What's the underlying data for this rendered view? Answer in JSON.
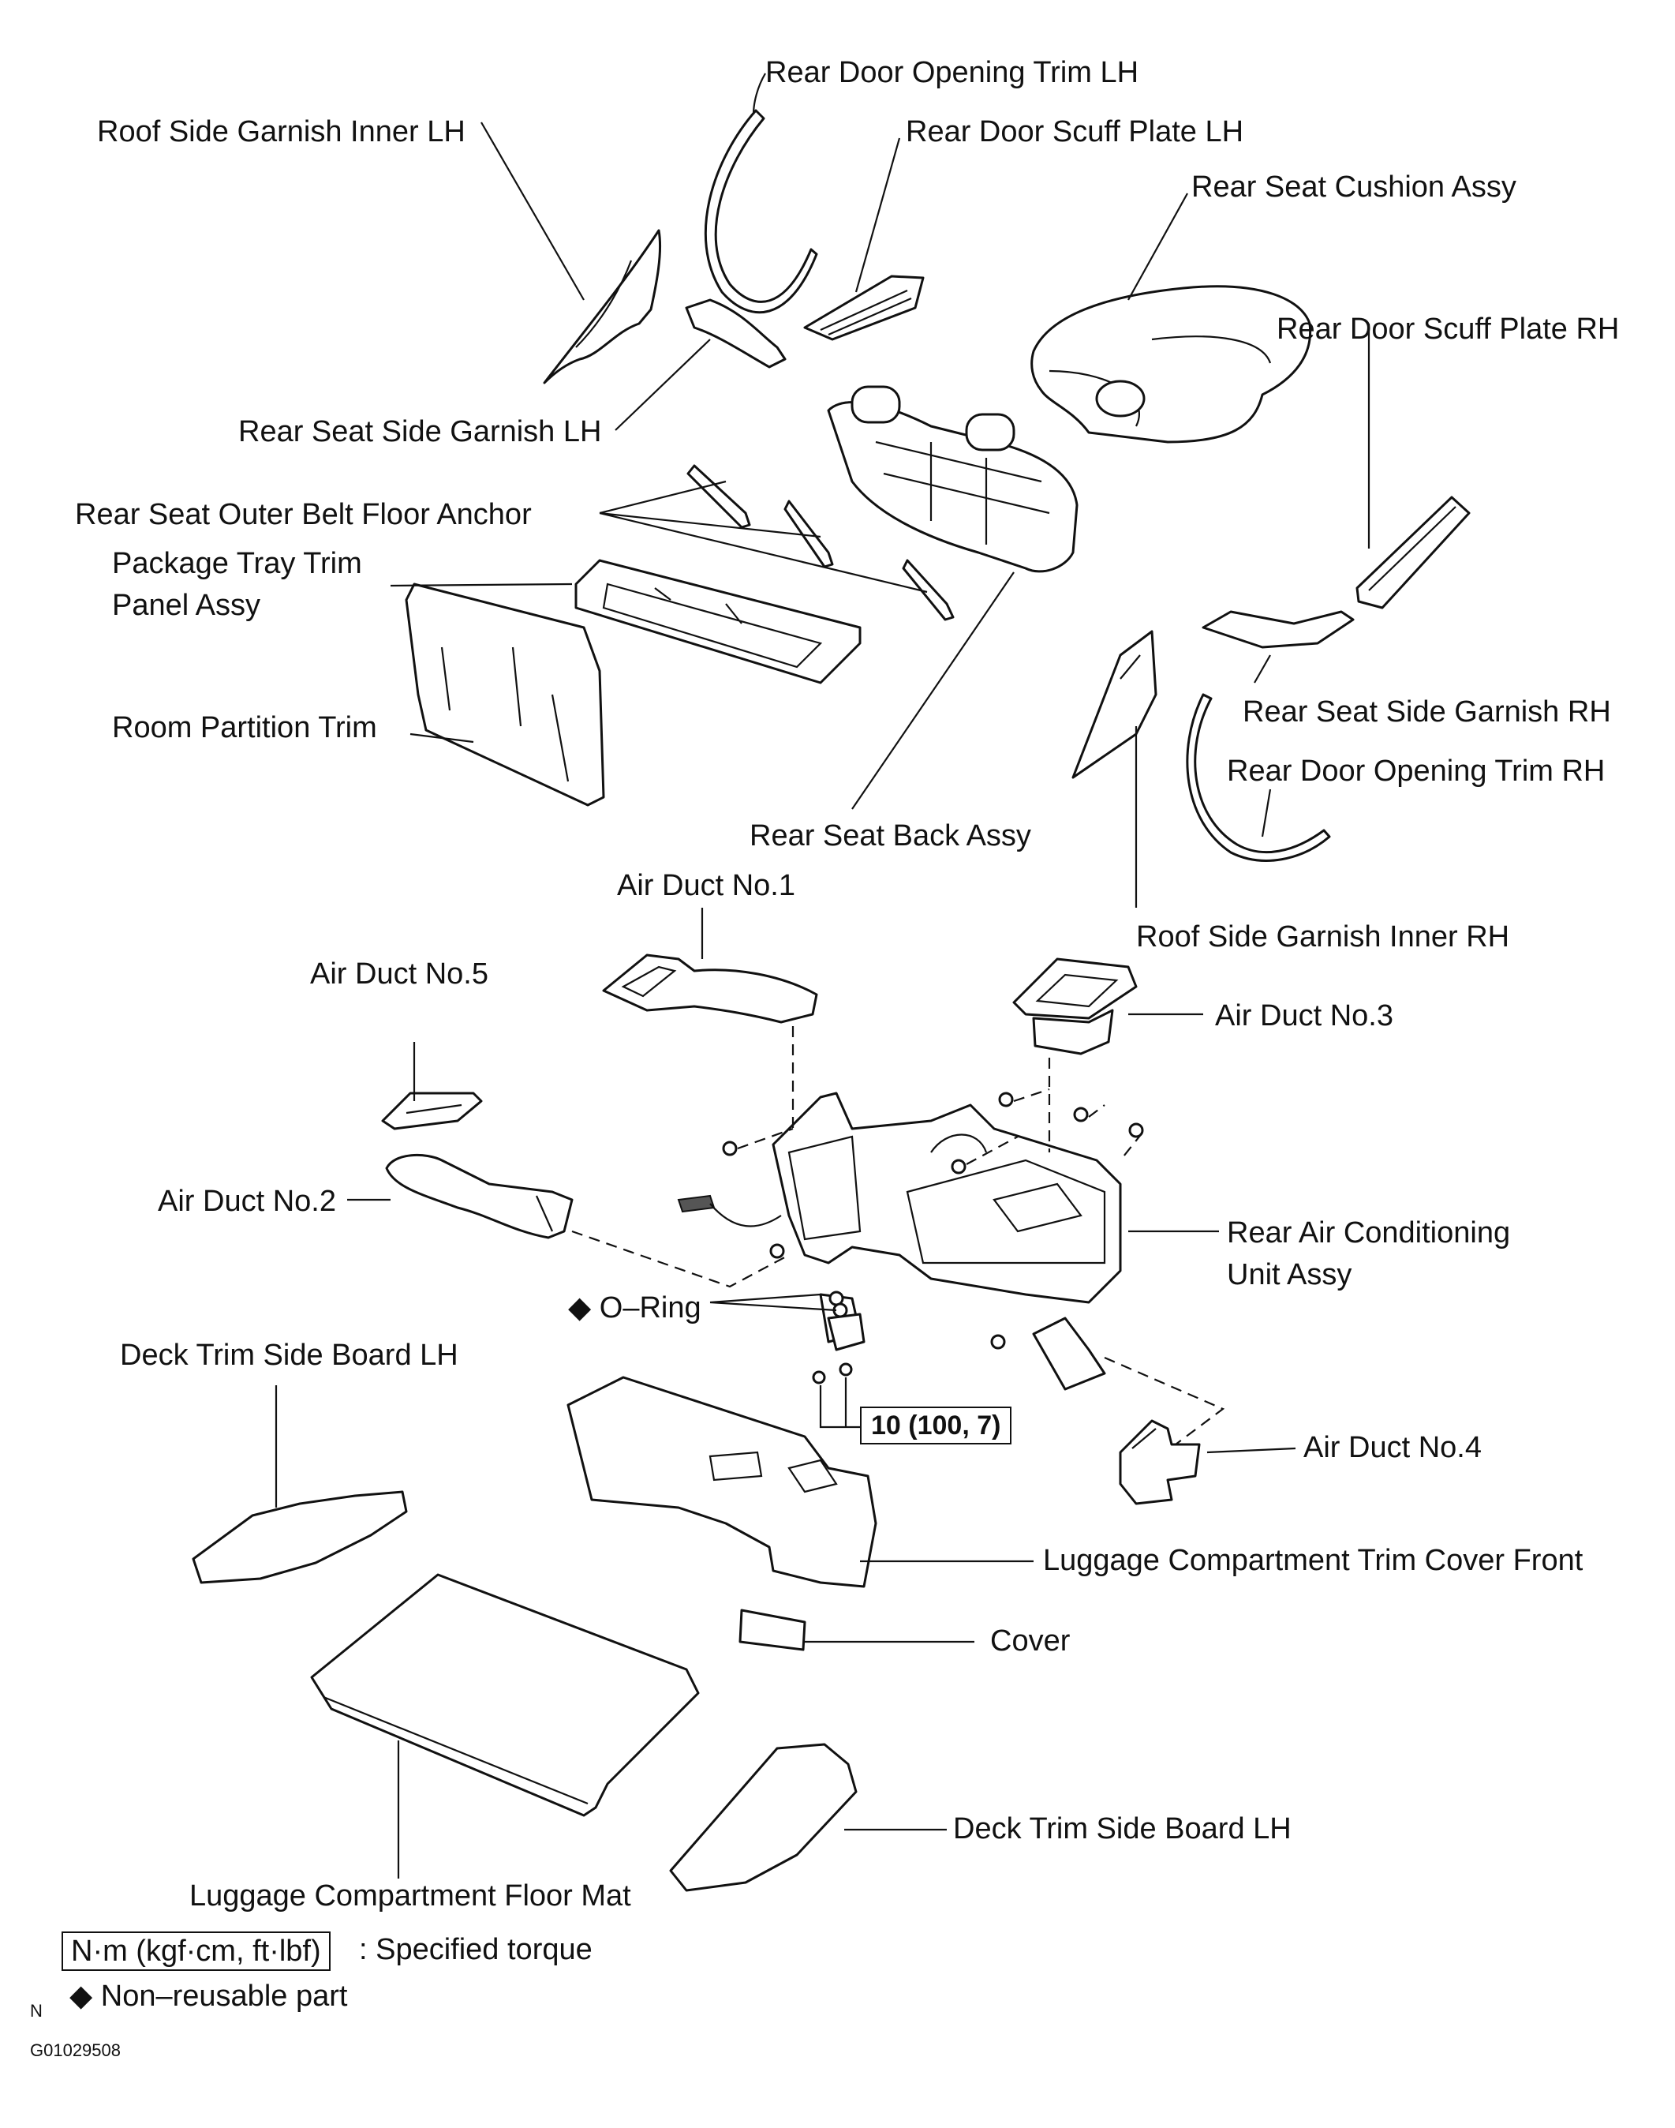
{
  "labels": {
    "rear_door_opening_trim_lh": "Rear Door Opening Trim LH",
    "roof_side_garnish_inner_lh": "Roof Side Garnish Inner LH",
    "rear_door_scuff_plate_lh": "Rear Door Scuff Plate LH",
    "rear_seat_cushion_assy": "Rear Seat Cushion Assy",
    "rear_door_scuff_plate_rh": "Rear Door Scuff Plate RH",
    "rear_seat_side_garnish_lh": "Rear Seat Side Garnish LH",
    "rear_seat_outer_belt_floor_anchor": "Rear Seat Outer Belt Floor Anchor",
    "package_tray_trim_line1": "Package Tray Trim",
    "package_tray_trim_line2": "Panel Assy",
    "room_partition_trim": "Room Partition Trim",
    "rear_seat_side_garnish_rh": "Rear Seat Side Garnish RH",
    "rear_door_opening_trim_rh": "Rear Door Opening Trim RH",
    "rear_seat_back_assy": "Rear Seat Back Assy",
    "air_duct_no1": "Air Duct No.1",
    "roof_side_garnish_inner_rh": "Roof Side Garnish Inner RH",
    "air_duct_no5": "Air Duct No.5",
    "air_duct_no3": "Air Duct No.3",
    "air_duct_no2": "Air Duct No.2",
    "rear_ac_unit_line1": "Rear Air Conditioning",
    "rear_ac_unit_line2": "Unit Assy",
    "o_ring": "◆ O–Ring",
    "deck_trim_side_board_lh_left": "Deck Trim Side Board LH",
    "air_duct_no4": "Air Duct No.4",
    "luggage_trim_cover_front": "Luggage Compartment Trim Cover Front",
    "cover": "Cover",
    "deck_trim_side_board_lh_right": "Deck Trim Side Board LH",
    "luggage_floor_mat": "Luggage Compartment Floor Mat"
  },
  "torque_value": "10 (100, 7)",
  "legend": {
    "torque_unit_box": "N·m (kgf·cm, ft·lbf)",
    "torque_desc": ": Specified torque",
    "non_reusable": "◆ Non–reusable part"
  },
  "corner_mark": "N",
  "figure_id": "G01029508"
}
